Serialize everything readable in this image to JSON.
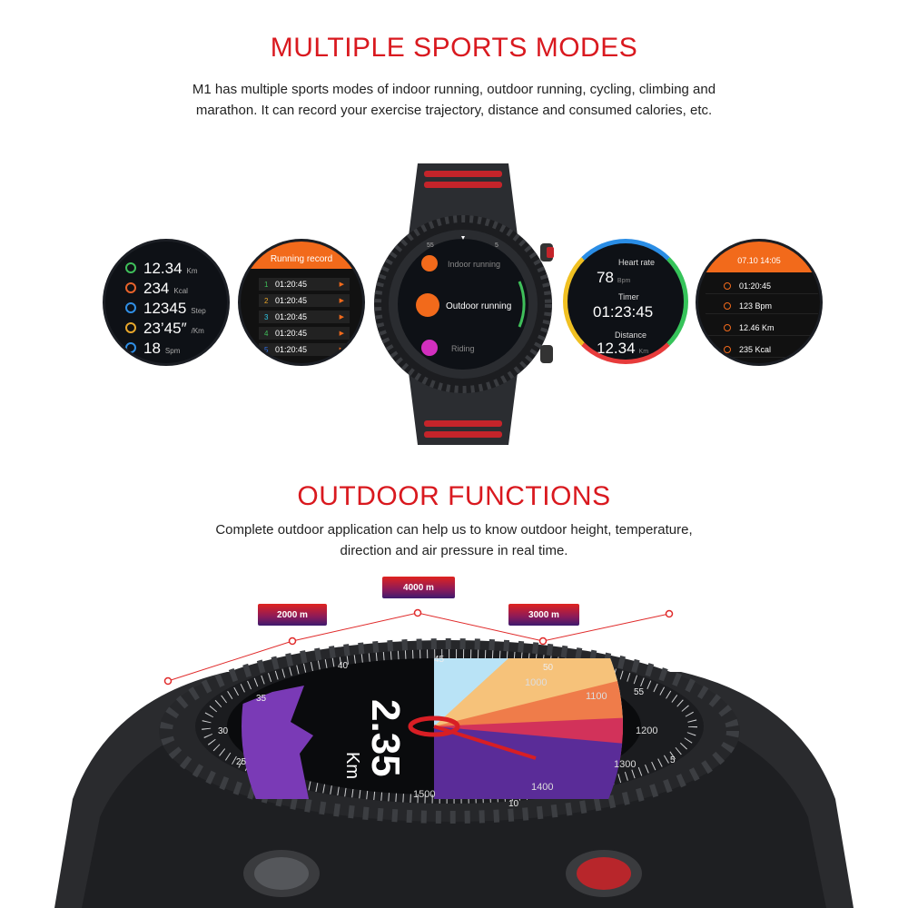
{
  "section1": {
    "title": "MULTIPLE SPORTS MODES",
    "desc_line1": "M1 has multiple sports modes of indoor running, outdoor running, cycling, climbing and",
    "desc_line2": "marathon. It can record your exercise trajectory, distance and consumed calories, etc."
  },
  "screen_stats": {
    "rows": [
      {
        "value": "12.34",
        "unit": "Km",
        "icon": "location-icon",
        "color": "#3fbf5a"
      },
      {
        "value": "234",
        "unit": "Kcal",
        "icon": "flame-icon",
        "color": "#e8632a"
      },
      {
        "value": "12345",
        "unit": "Step",
        "icon": "shoe-icon",
        "color": "#2f8fe6"
      },
      {
        "value": "23’45″",
        "unit": "/Km",
        "icon": "pace-icon",
        "color": "#e8a62a"
      },
      {
        "value": "18",
        "unit": "Spm",
        "icon": "footprint-icon",
        "color": "#2f8fe6"
      }
    ]
  },
  "screen_record": {
    "header": "Running record",
    "rows": [
      {
        "num": "1",
        "time": "01:20:45",
        "color": "#3fbf5a"
      },
      {
        "num": "2",
        "time": "01:20:45",
        "color": "#e8a62a"
      },
      {
        "num": "3",
        "time": "01:20:45",
        "color": "#2fc8e6"
      },
      {
        "num": "4",
        "time": "01:20:45",
        "color": "#3fbf5a"
      },
      {
        "num": "5",
        "time": "01:20:45",
        "color": "#2f6fe6"
      }
    ]
  },
  "watch_menu": {
    "items": [
      "Indoor running",
      "Outdoor running",
      "Riding"
    ],
    "bezel_marks": [
      "55",
      "5"
    ]
  },
  "screen_heart": {
    "heart_label": "Heart rate",
    "heart_value": "78",
    "heart_unit": "Bpm",
    "timer_label": "Timer",
    "timer_value": "01:23:45",
    "distance_label": "Distance",
    "distance_value": "12.34",
    "distance_unit": "Km"
  },
  "screen_summary": {
    "header": "07.10 14:05",
    "rows": [
      "01:20:45",
      "123 Bpm",
      "12.46  Km",
      "235  Kcal"
    ]
  },
  "section2": {
    "title": "OUTDOOR FUNCTIONS",
    "desc_line1": "Complete outdoor application can help us to know outdoor height, temperature,",
    "desc_line2": "direction and air pressure in real time."
  },
  "altitude_tags": [
    "2000 m",
    "4000 m",
    "3000 m"
  ],
  "big_watch": {
    "distance_value": "2.35",
    "distance_unit": "Km",
    "scale_labels": [
      "1000",
      "1100",
      "1200",
      "1300",
      "1400",
      "1500"
    ],
    "bezel_labels": [
      "40",
      "45",
      "50",
      "55",
      "5",
      "10",
      "25",
      "30",
      "35"
    ]
  },
  "colors": {
    "accent_red": "#d9191f",
    "orange": "#f26a1b",
    "purple": "#6a2ca8"
  }
}
